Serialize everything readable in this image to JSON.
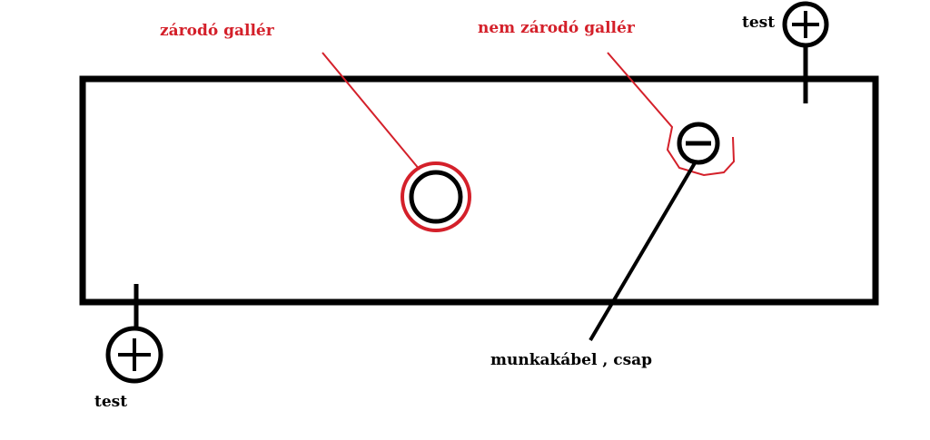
{
  "colors": {
    "black": "#000000",
    "red": "#d4202a",
    "background": "#ffffff"
  },
  "labels": {
    "closing_collar": "zárodó gallér",
    "non_closing_collar": "nem zárodó gallér",
    "ground_top": "test",
    "ground_bottom": "test",
    "work_cable": "munkakábel , csap"
  },
  "symbols": {
    "ground_terminal": "plus",
    "work_terminal": "minus"
  }
}
